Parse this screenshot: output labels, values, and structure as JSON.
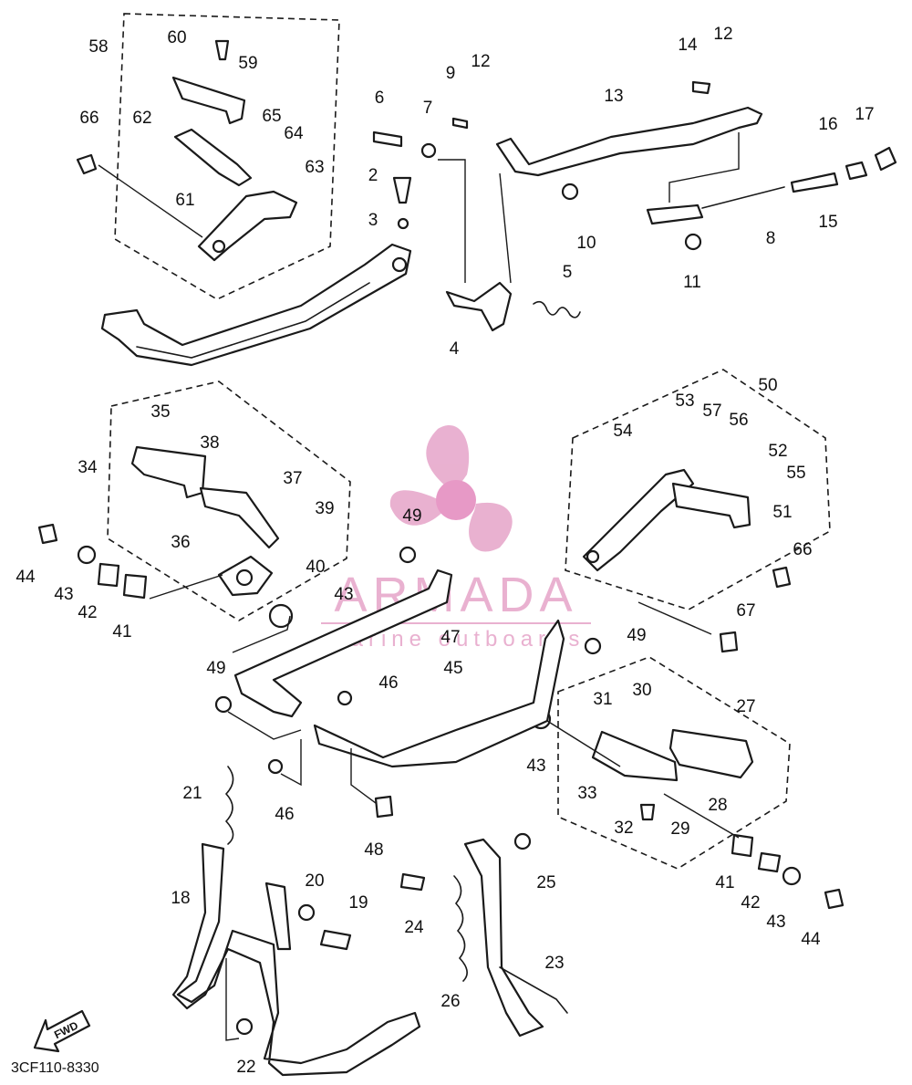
{
  "diagram": {
    "catalog_number": "3CF110-8330",
    "fwd_label": "FWD",
    "watermark": {
      "name": "ARMADA",
      "tagline": "marine outboards",
      "color": "#e7a9cc",
      "hub_color": "#e58ec0"
    },
    "group_labels": [
      "58",
      "34",
      "50",
      "27"
    ],
    "part_numbers": [
      "2",
      "3",
      "4",
      "5",
      "6",
      "7",
      "8",
      "9",
      "10",
      "11",
      "12",
      "12",
      "13",
      "14",
      "15",
      "16",
      "17",
      "18",
      "19",
      "20",
      "21",
      "22",
      "23",
      "24",
      "25",
      "26",
      "27",
      "28",
      "29",
      "30",
      "31",
      "32",
      "33",
      "34",
      "35",
      "36",
      "37",
      "38",
      "39",
      "40",
      "41",
      "41",
      "42",
      "42",
      "43",
      "43",
      "43",
      "43",
      "44",
      "44",
      "45",
      "46",
      "46",
      "47",
      "48",
      "49",
      "49",
      "49",
      "50",
      "51",
      "52",
      "53",
      "54",
      "55",
      "56",
      "57",
      "58",
      "59",
      "60",
      "61",
      "62",
      "63",
      "64",
      "65",
      "66",
      "66",
      "67"
    ]
  }
}
